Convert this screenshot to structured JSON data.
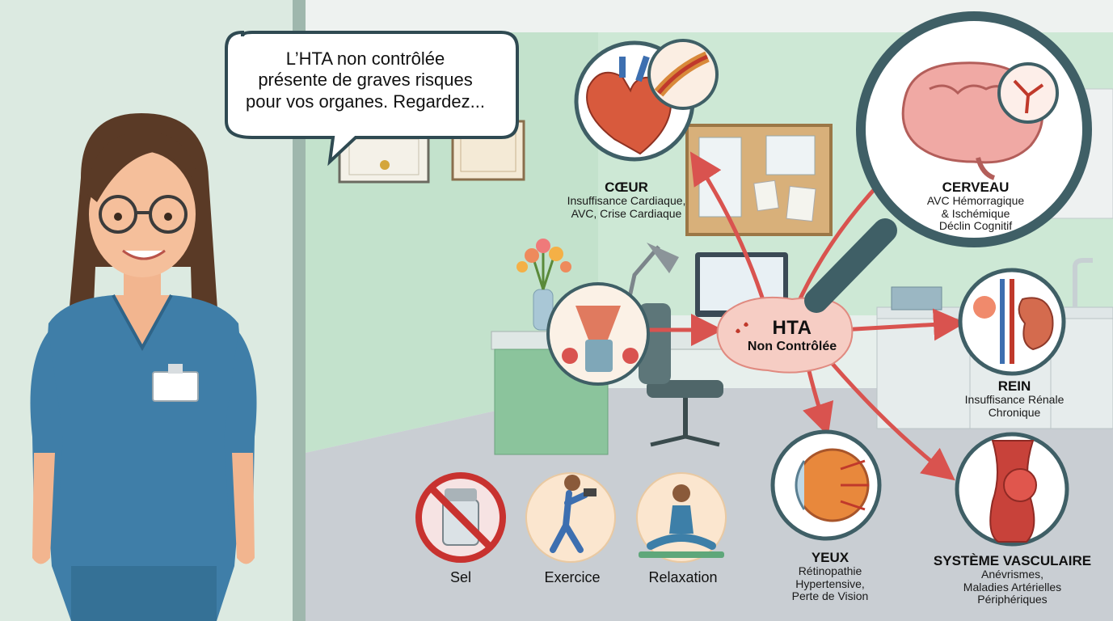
{
  "speech_bubble": {
    "text": "L’HTA non contrôlée\nprésente de graves risques\npour vos organes. Regardez..."
  },
  "center": {
    "title": "HTA",
    "subtitle": "Non Contrôlée"
  },
  "organs": {
    "heart": {
      "title": "CŒUR",
      "desc": "Insuffisance Cardiaque,\nAVC, Crise Cardiaque"
    },
    "brain": {
      "title": "CERVEAU",
      "desc": "AVC Hémorragique\n& Ischémique\nDéclin Cognitif"
    },
    "kidney": {
      "title": "REIN",
      "desc": "Insuffisance Rénale\nChronique"
    },
    "eyes": {
      "title": "YEUX",
      "desc": "Rétinopathie\nHypertensive,\nPerte de Vision"
    },
    "vascular": {
      "title": "SYSTÈME VASCULAIRE",
      "desc": "Anévrismes,\nMaladies Artérielles\nPériphériques"
    }
  },
  "lifestyle": {
    "salt": "Sel",
    "exercise": "Exercice",
    "relaxation": "Relaxation"
  },
  "colors": {
    "scrubs": "#3f7ea8",
    "arrow": "#d9534f",
    "arrow_fill": "#f6cdc4",
    "wall": "#bfe0c8",
    "ring": "#3f5f66"
  }
}
